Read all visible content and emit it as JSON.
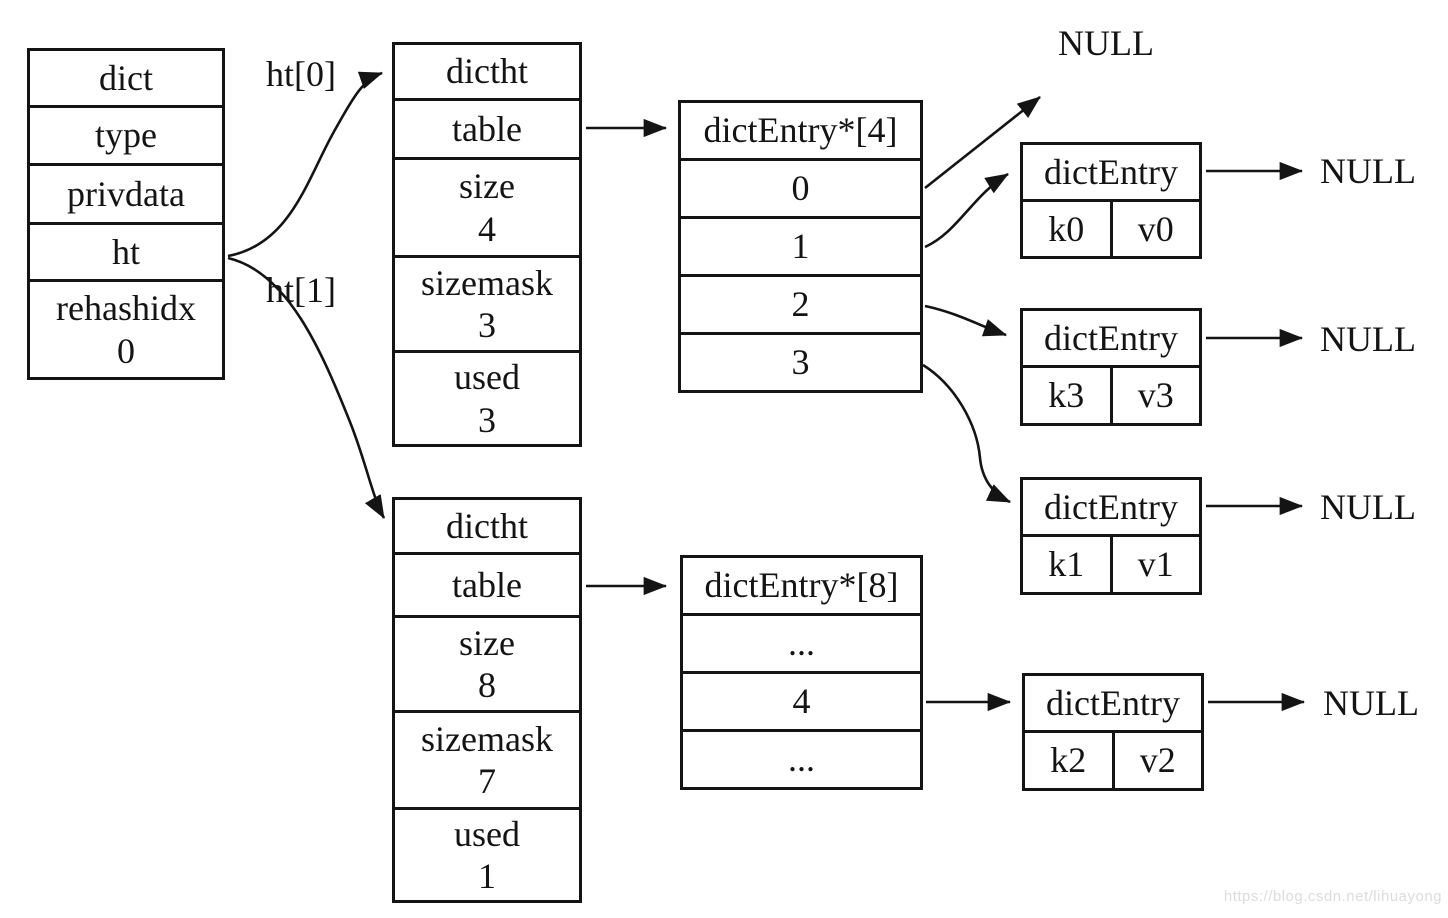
{
  "diagram": {
    "dict_struct": {
      "rows": {
        "r0": "dict",
        "r1": "type",
        "r2": "privdata",
        "r3": "ht",
        "r4_label": "rehashidx",
        "r4_value": "0"
      }
    },
    "pointer_labels": {
      "ht0": "ht[0]",
      "ht1": "ht[1]"
    },
    "hashtable0": {
      "title": "dictht",
      "table_label": "table",
      "size_label": "size",
      "size_value": "4",
      "sizemask_label": "sizemask",
      "sizemask_value": "3",
      "used_label": "used",
      "used_value": "3"
    },
    "hashtable1": {
      "title": "dictht",
      "table_label": "table",
      "size_label": "size",
      "size_value": "8",
      "sizemask_label": "sizemask",
      "sizemask_value": "7",
      "used_label": "used",
      "used_value": "1"
    },
    "buckets0": {
      "title": "dictEntry*[4]",
      "slots": [
        "0",
        "1",
        "2",
        "3"
      ]
    },
    "buckets1": {
      "title": "dictEntry*[8]",
      "slots": [
        "...",
        "4",
        "..."
      ]
    },
    "entries": [
      {
        "title": "dictEntry",
        "key": "k0",
        "value": "v0",
        "next": "NULL"
      },
      {
        "title": "dictEntry",
        "key": "k3",
        "value": "v3",
        "next": "NULL"
      },
      {
        "title": "dictEntry",
        "key": "k1",
        "value": "v1",
        "next": "NULL"
      },
      {
        "title": "dictEntry",
        "key": "k2",
        "value": "v2",
        "next": "NULL"
      }
    ],
    "overflow_null": "NULL",
    "watermark": "https://blog.csdn.net/lihuayong"
  }
}
